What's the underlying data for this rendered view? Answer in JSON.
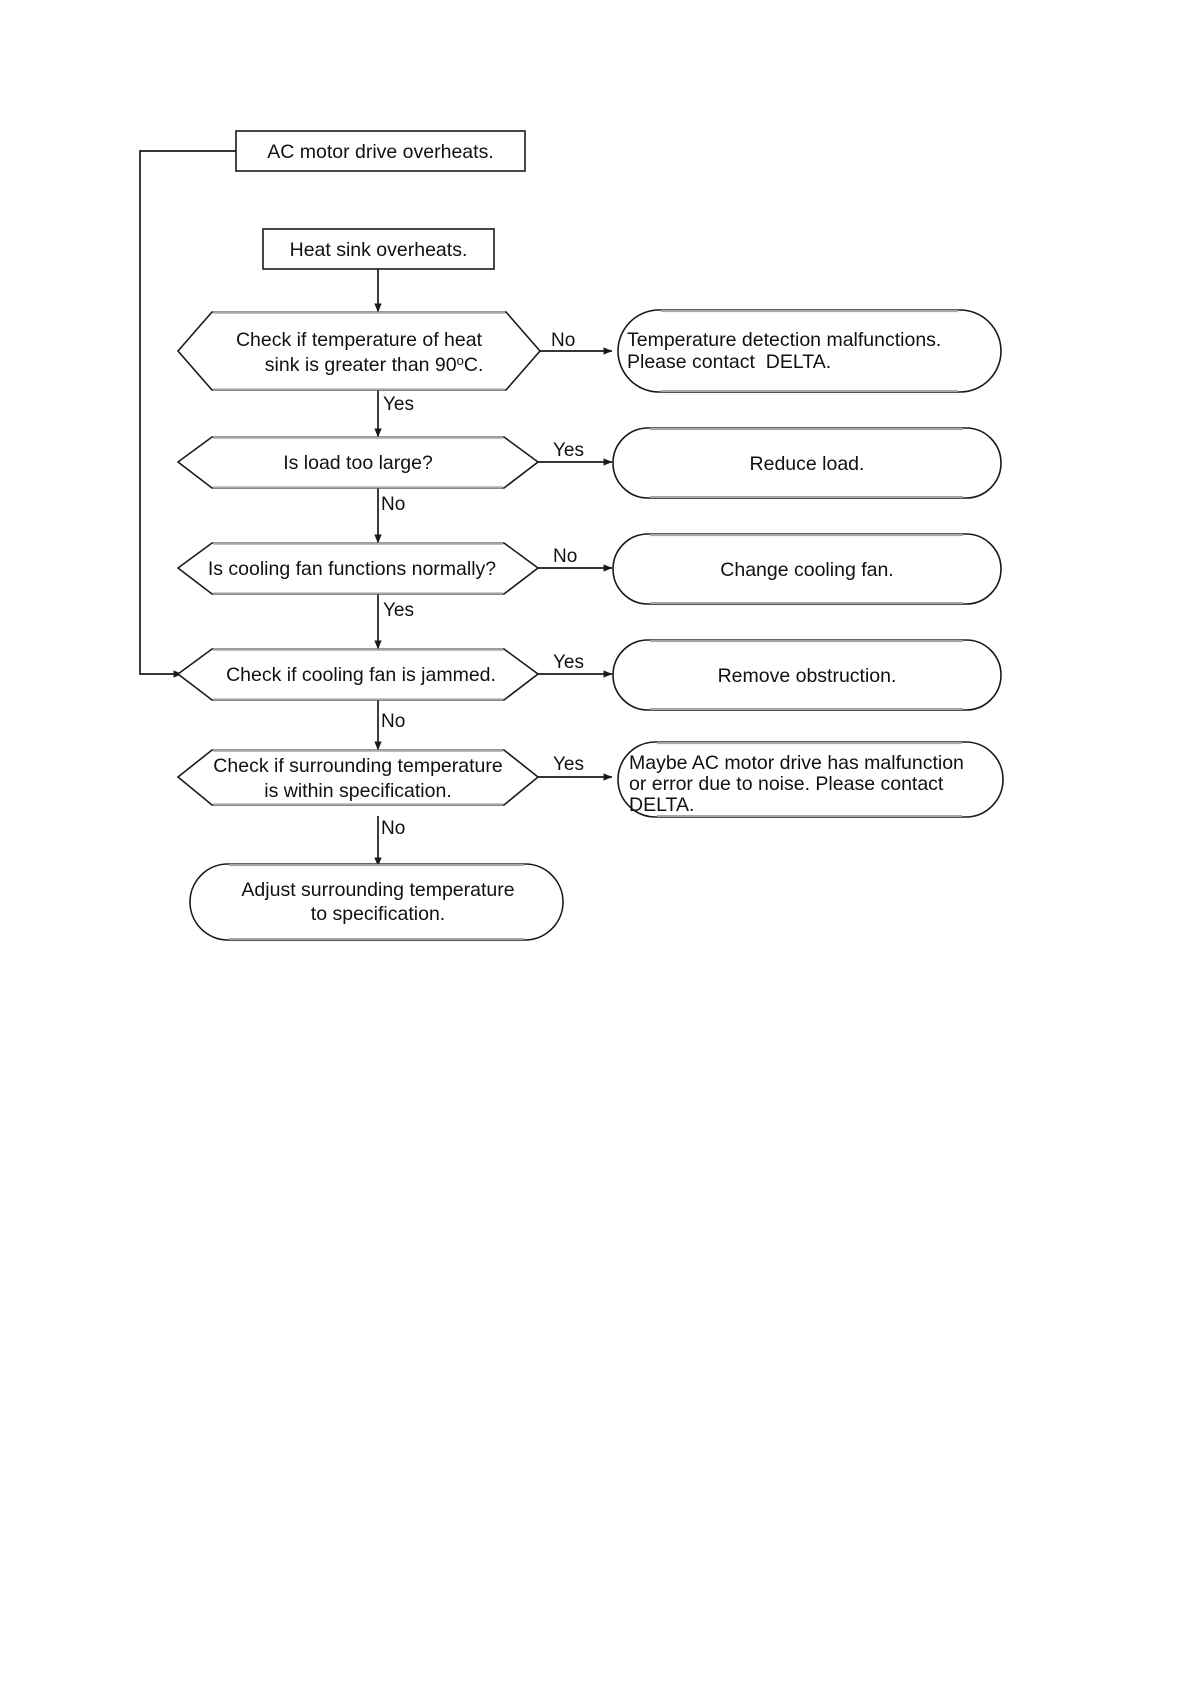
{
  "diagram": {
    "title": "AC motor drive overheats troubleshooting flowchart",
    "colors": {
      "stroke": "#1a1a1a",
      "highlight": "#a6a6a6",
      "background": "#ffffff",
      "text": "#111111"
    },
    "nodes": {
      "start": {
        "label": "AC motor drive overheats.",
        "shape": "rectangle"
      },
      "heat_sink": {
        "label": "Heat sink overheats.",
        "shape": "rectangle"
      },
      "d1_line1": "Check if temperature of heat",
      "d1_line2a": "sink is greater than 90",
      "d1_sup": "o",
      "d1_line2b": "C.",
      "d2": {
        "label": "Is load too large?",
        "shape": "hexagon"
      },
      "d3": {
        "label": "Is cooling fan functions normally?",
        "shape": "hexagon"
      },
      "d4": {
        "label": "Check if cooling fan is jammed.",
        "shape": "hexagon"
      },
      "d5_line1": "Check if surrounding temperature",
      "d5_line2": "is within specification.",
      "r1_line1": "Temperature detection malfunctions.",
      "r1_line2": "Please contact  DELTA.",
      "r2": {
        "label": "Reduce load.",
        "shape": "stadium"
      },
      "r3": {
        "label": "Change cooling fan.",
        "shape": "stadium"
      },
      "r4": {
        "label": "Remove obstruction.",
        "shape": "stadium"
      },
      "r5_line1": "Maybe AC motor drive has malfunction",
      "r5_line2": "or error due to noise. Please contact",
      "r5_line3": "DELTA.",
      "end_line1": "Adjust surrounding temperature",
      "end_line2": "to specification."
    },
    "edge_labels": {
      "d1_no": "No",
      "d1_yes": "Yes",
      "d2_yes": "Yes",
      "d2_no": "No",
      "d3_no": "No",
      "d3_yes": "Yes",
      "d4_yes": "Yes",
      "d4_no": "No",
      "d5_yes": "Yes",
      "d5_no": "No"
    }
  }
}
